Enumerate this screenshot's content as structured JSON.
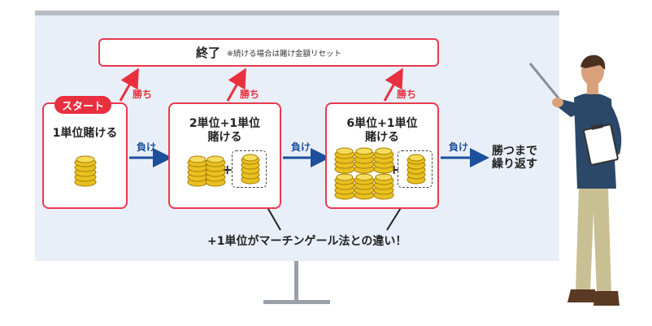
{
  "end_box": {
    "main": "終了",
    "note": "※続ける場合は賭け金額リセット"
  },
  "start_badge": "スタート",
  "steps": [
    {
      "line1": "1単位賭ける",
      "line2": ""
    },
    {
      "line1": "2単位+1単位",
      "line2": "賭ける"
    },
    {
      "line1": "6単位+1単位",
      "line2": "賭ける"
    }
  ],
  "win_label": "勝ち",
  "lose_label": "負け",
  "plus_sign": "+",
  "repeat": {
    "line1": "勝つまで",
    "line2": "繰り返す"
  },
  "caption": "+1単位がマーチンゲール法との違い！",
  "colors": {
    "win_red": "#e8303f",
    "lose_blue": "#1c4f9c",
    "coin": "#e8c020",
    "board": "#e9eff9"
  }
}
